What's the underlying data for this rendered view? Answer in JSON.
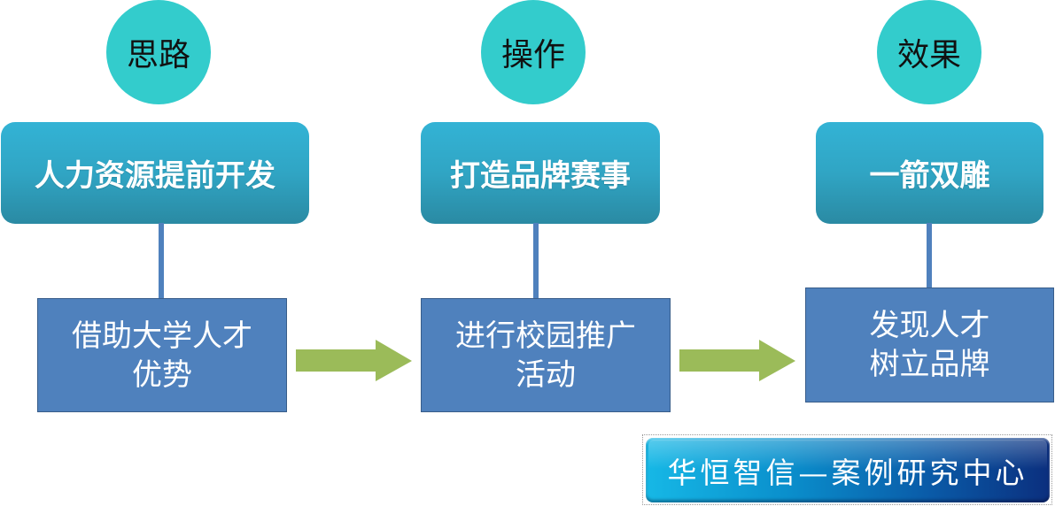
{
  "colors": {
    "circle": "#33CCCC",
    "top_box_gradient": [
      "#33B3D5",
      "#2A8AA3"
    ],
    "bottom_box": "#4F81BD",
    "bottom_box_border": "#385D8A",
    "arrow": "#9BBB59",
    "badge_gradient": [
      "#16B8E6",
      "#0B2F7E"
    ]
  },
  "columns": [
    {
      "header": "思路",
      "title": "人力资源提前开发",
      "detail_lines": [
        "借助大学人才",
        "优势"
      ]
    },
    {
      "header": "操作",
      "title": "打造品牌赛事",
      "detail_lines": [
        "进行校园推广",
        "活动"
      ]
    },
    {
      "header": "效果",
      "title": "一箭双雕",
      "detail_lines": [
        "发现人才",
        "树立品牌"
      ]
    }
  ],
  "arrows": [
    {
      "from": "借助大学人才优势",
      "to": "进行校园推广活动"
    },
    {
      "from": "进行校园推广活动",
      "to": "发现人才树立品牌"
    }
  ],
  "badge": {
    "text": "华恒智信—案例研究中心"
  }
}
